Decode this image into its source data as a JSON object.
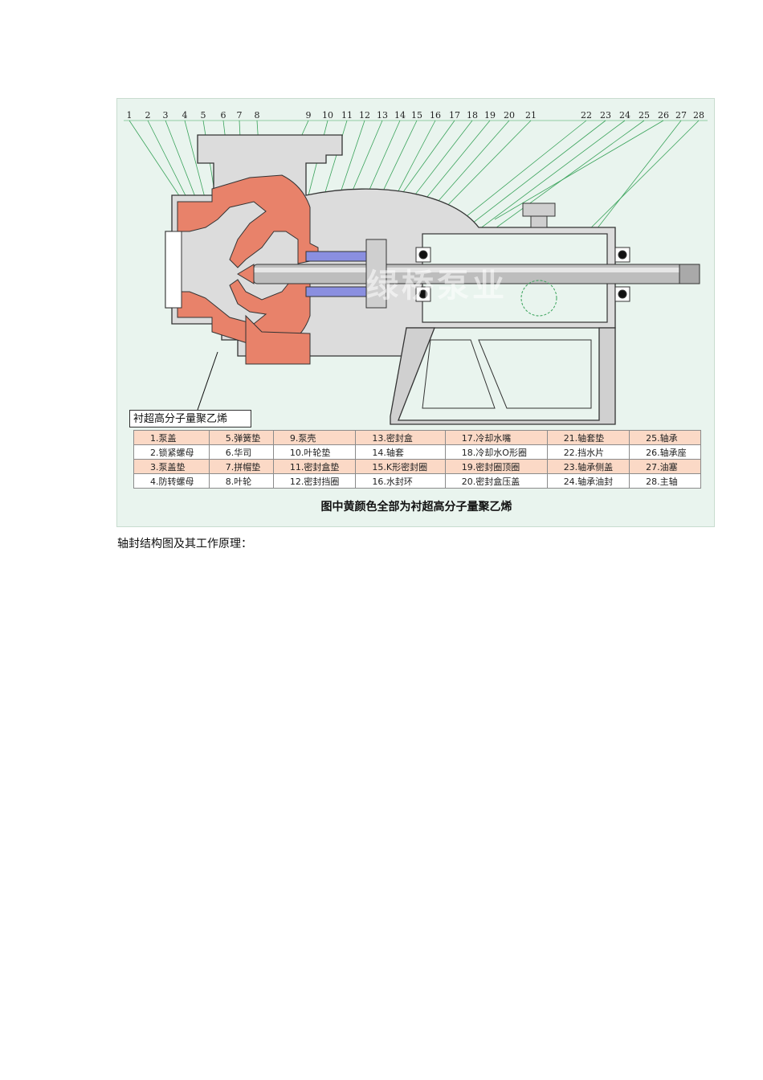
{
  "figure": {
    "callout_numbers": [
      "1",
      "2",
      "3",
      "4",
      "5",
      "6",
      "7",
      "8",
      "9",
      "10",
      "11",
      "12",
      "13",
      "14",
      "15",
      "16",
      "17",
      "18",
      "19",
      "20",
      "21",
      "22",
      "23",
      "24",
      "25",
      "26",
      "27",
      "28"
    ],
    "callout_box_label": "衬超高分子量聚乙烯",
    "watermark": "绿桥泵业",
    "caption": "图中黄颜色全部为衬超高分子量聚乙烯",
    "parts_rows": [
      [
        "1.泵盖",
        "5.弹簧垫",
        "9.泵壳",
        "13.密封盒",
        "17.冷却水嘴",
        "21.轴套垫",
        "25.轴承"
      ],
      [
        "2.锁紧螺母",
        "6.华司",
        "10.叶轮垫",
        "14.轴套",
        "18.冷却水O形圈",
        "22.挡水片",
        "26.轴承座"
      ],
      [
        "3.泵盖垫",
        "7.拼帽垫",
        "11.密封盒垫",
        "15.K形密封圈",
        "19.密封圈顶圈",
        "23.轴承侧盖",
        "27.油塞"
      ],
      [
        "4.防转螺母",
        "8.叶轮",
        "12.密封挡圈",
        "16.水封环",
        "20.密封盒压盖",
        "24.轴承油封",
        "28.主轴"
      ]
    ],
    "colors": {
      "liner": "#e8826a",
      "background": "#e9f4ee",
      "metal": "#d6d6d6",
      "shaft": "#b8b8b8",
      "leader": "#3aa35b",
      "table_alt": "#fbd9c6"
    }
  },
  "body_text": "轴封结构图及其工作原理："
}
